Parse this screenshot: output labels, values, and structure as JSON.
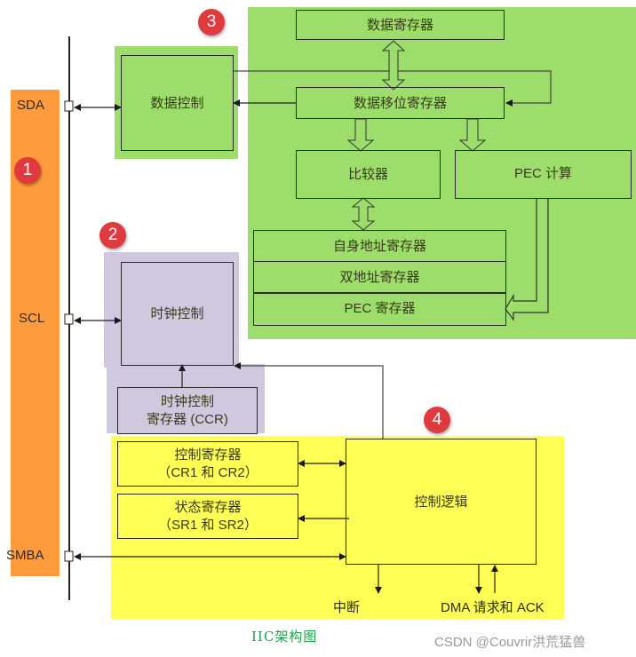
{
  "diagram": {
    "caption": "IIC架构图",
    "watermark": "CSDN @Couvrir洪荒猛兽",
    "colors": {
      "pin_zone": "#fe9b3c",
      "data_zone": "#9ddd6b",
      "clock_zone": "#d0c8df",
      "control_zone": "#ffff55",
      "badge": "#e0393e"
    },
    "badges": [
      "1",
      "2",
      "3",
      "4"
    ],
    "pins": {
      "sda": "SDA",
      "scl": "SCL",
      "smba": "SMBA"
    },
    "data_section": {
      "data_control": "数据控制",
      "data_register": "数据寄存器",
      "shift_register": "数据移位寄存器",
      "comparator": "比较器",
      "pec_calc": "PEC 计算",
      "own_address_register": "自身地址寄存器",
      "dual_address_register": "双地址寄存器",
      "pec_register": "PEC 寄存器"
    },
    "clock_section": {
      "clock_control": "时钟控制",
      "ccr_line1": "时钟控制",
      "ccr_line2": "寄存器 (CCR)"
    },
    "control_section": {
      "control_register_line1": "控制寄存器",
      "control_register_line2": "（CR1 和 CR2）",
      "status_register_line1": "状态寄存器",
      "status_register_line2": "（SR1 和 SR2）",
      "control_logic": "控制逻辑",
      "interrupt": "中断",
      "dma": "DMA 请求和 ACK"
    }
  }
}
